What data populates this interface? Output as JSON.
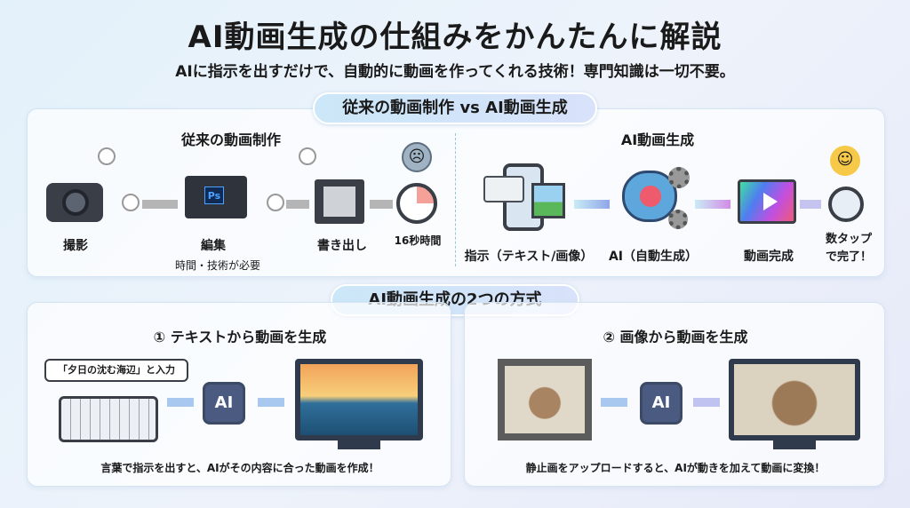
{
  "title": "AI動画生成の仕組みをかんたんに解説",
  "subtitle": "AIに指示を出すだけで、自動的に動画を作ってくれる技術！専門知識は一切不要。",
  "comparison": {
    "pill": "従来の動画制作 vs AI動画生成",
    "traditional": {
      "heading": "従来の動画制作",
      "steps": [
        "撮影",
        "編集",
        "書き出し",
        "16秒時間"
      ],
      "note": "時間・技術が必要",
      "app_label": "Ps"
    },
    "ai": {
      "heading": "AI動画生成",
      "steps": [
        "指示（テキスト/画像）",
        "AI（自動生成）",
        "動画完成"
      ],
      "finish_line1": "数タップ",
      "finish_line2": "で完了！"
    }
  },
  "methods": {
    "pill": "AI動画生成の2つの方式",
    "text_to_video": {
      "heading": "① テキストから動画を生成",
      "prompt": "「夕日の沈む海辺」と入力",
      "chip": "AI",
      "caption": "言葉で指示を出すと、AIがその内容に合った動画を作成！"
    },
    "image_to_video": {
      "heading": "② 画像から動画を生成",
      "chip": "AI",
      "caption": "静止画をアップロードすると、AIが動きを加えて動画に変換！"
    }
  }
}
